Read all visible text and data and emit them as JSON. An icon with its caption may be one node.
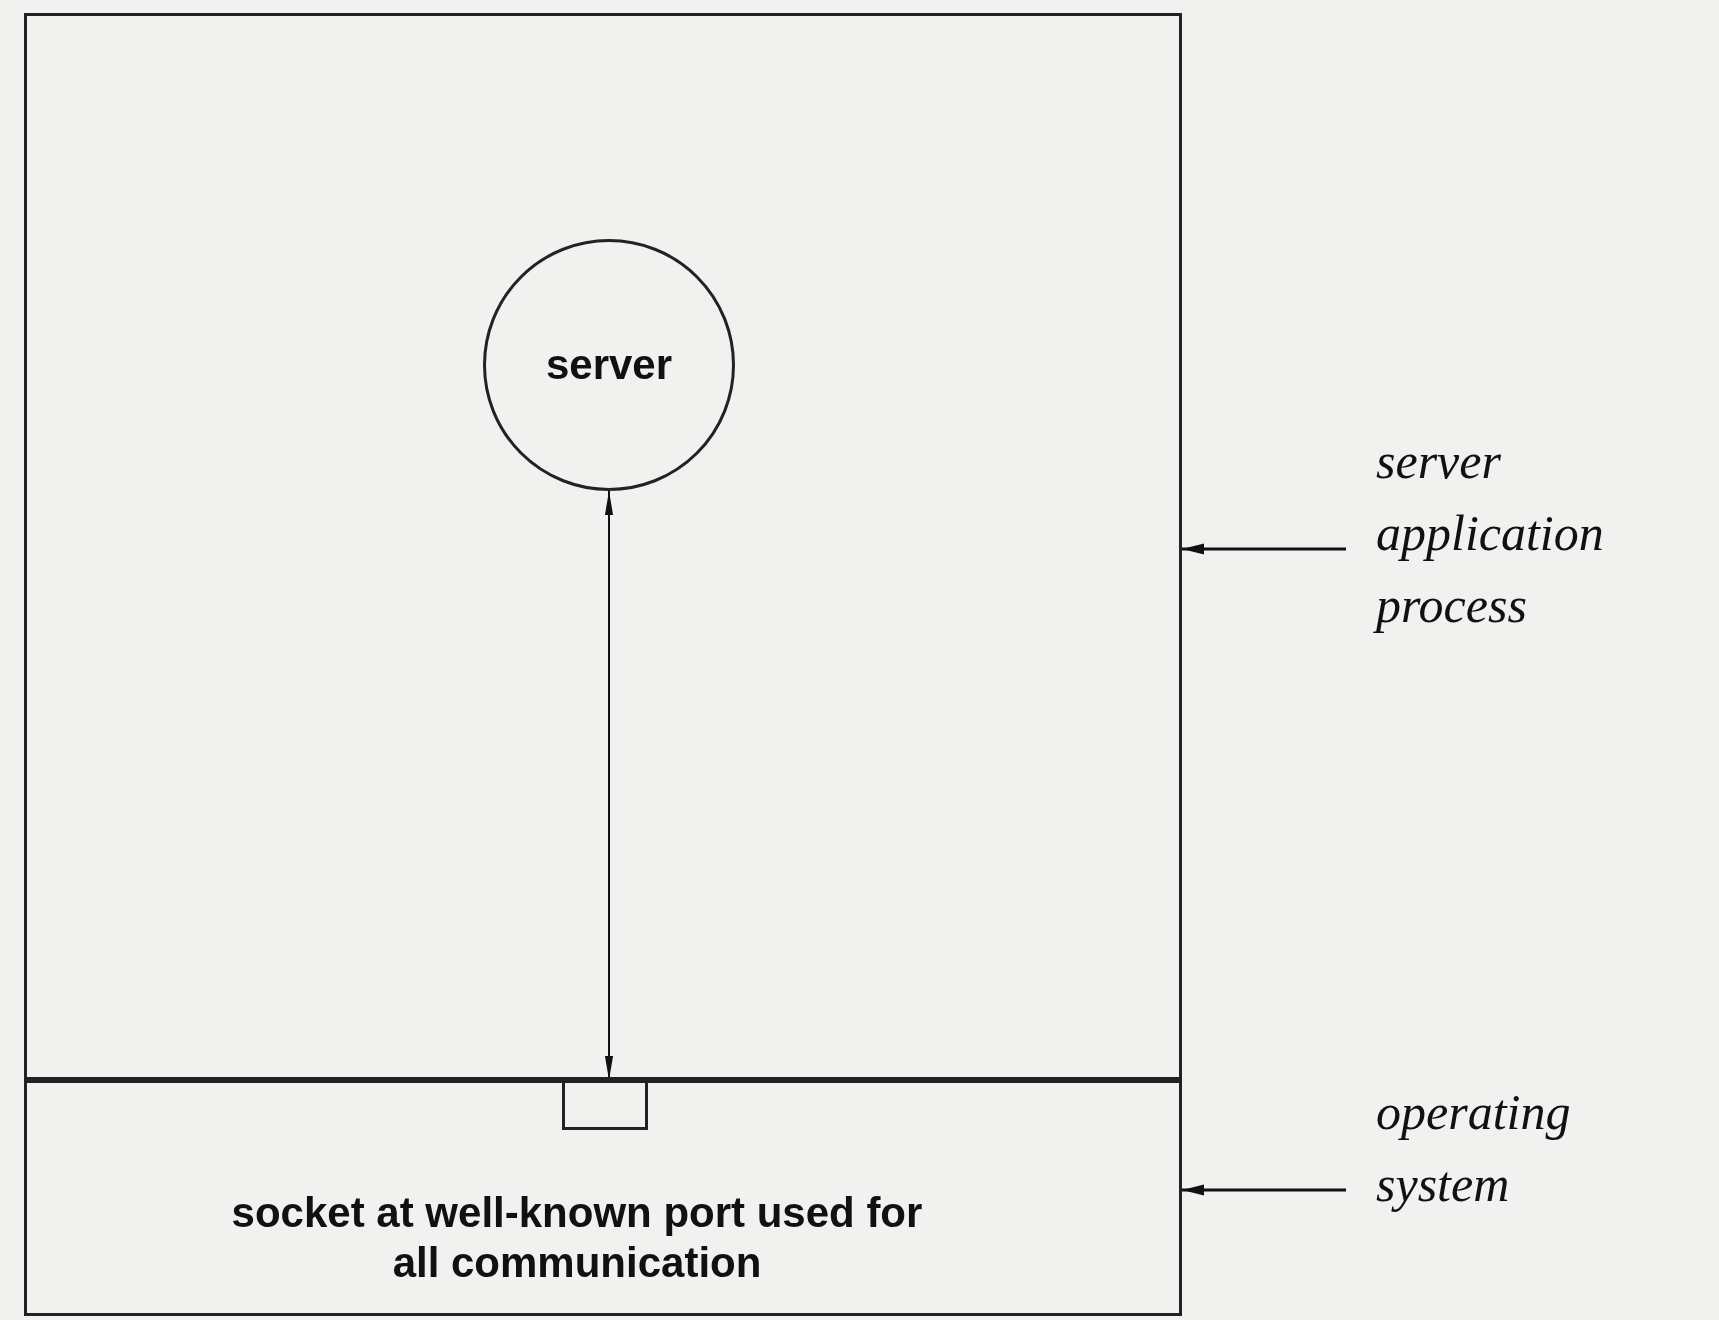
{
  "diagram": {
    "nodes": [
      {
        "text": [],
        "shape": "box"
      },
      {
        "text": [
          "server"
        ],
        "in": 0
      },
      {
        "text": [
          "socket at well-known port used for all communication"
        ]
      },
      {
        "text": [],
        "shape": "box",
        "in": 2
      },
      {
        "text": [
          "server application process"
        ]
      },
      {
        "text": [
          "operating system"
        ]
      }
    ],
    "edges": [
      {
        "from": 1,
        "to": 3,
        "arrow": "both"
      },
      {
        "from": 4,
        "to": 0,
        "arrow": "to"
      },
      {
        "from": 5,
        "to": 2,
        "arrow": "to"
      }
    ]
  }
}
